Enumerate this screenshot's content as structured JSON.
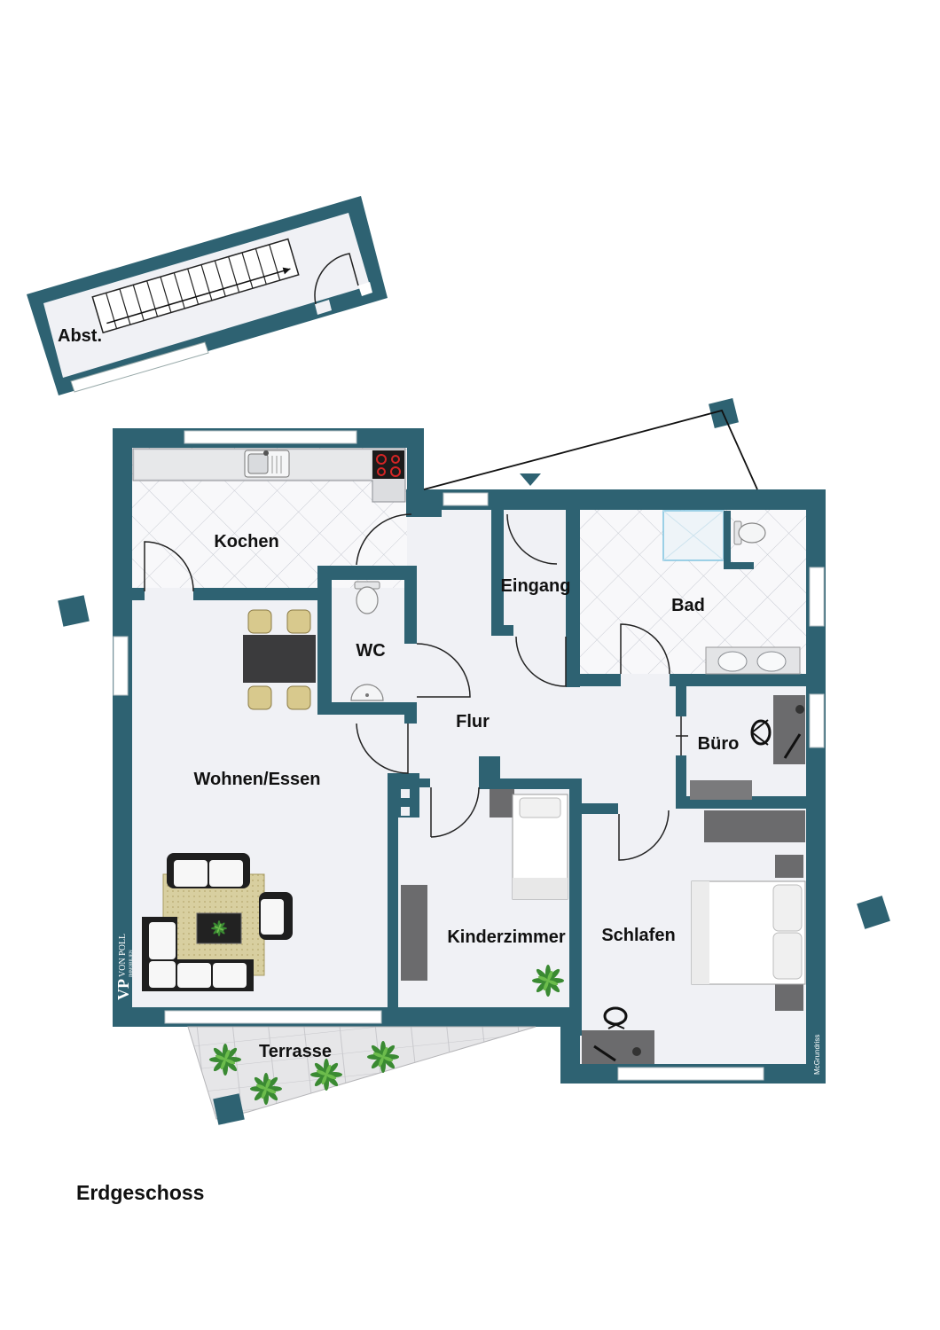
{
  "floor": {
    "title": "Erdgeschoss"
  },
  "rooms": {
    "abstellraum": "Abst.",
    "kochen": "Kochen",
    "wc": "WC",
    "eingang": "Eingang",
    "bad": "Bad",
    "flur": "Flur",
    "buero": "Büro",
    "wohnen_essen": "Wohnen/Essen",
    "kinderzimmer": "Kinderzimmer",
    "schlafen": "Schlafen",
    "terrasse": "Terrasse"
  },
  "watermark": {
    "logo_text": "VON POLL",
    "logo_subtext": "IMMOBILIEN",
    "monogram": "VP"
  },
  "credit": "McGrundriss",
  "colors": {
    "wall": "#2e6272",
    "floor": "#f0f1f5",
    "tile": "#f7f7f9",
    "deck": "#e4e4e6",
    "plant": "#3d8a35"
  },
  "icons": [
    "staircase-icon",
    "door-swing-icon",
    "kitchen-sink-icon",
    "stove-icon",
    "toilet-icon",
    "shower-icon",
    "washbasin-icon",
    "dining-table-icon",
    "sofa-icon",
    "bed-icon",
    "desk-icon",
    "office-chair-icon",
    "plant-icon",
    "entrance-arrow-icon"
  ]
}
